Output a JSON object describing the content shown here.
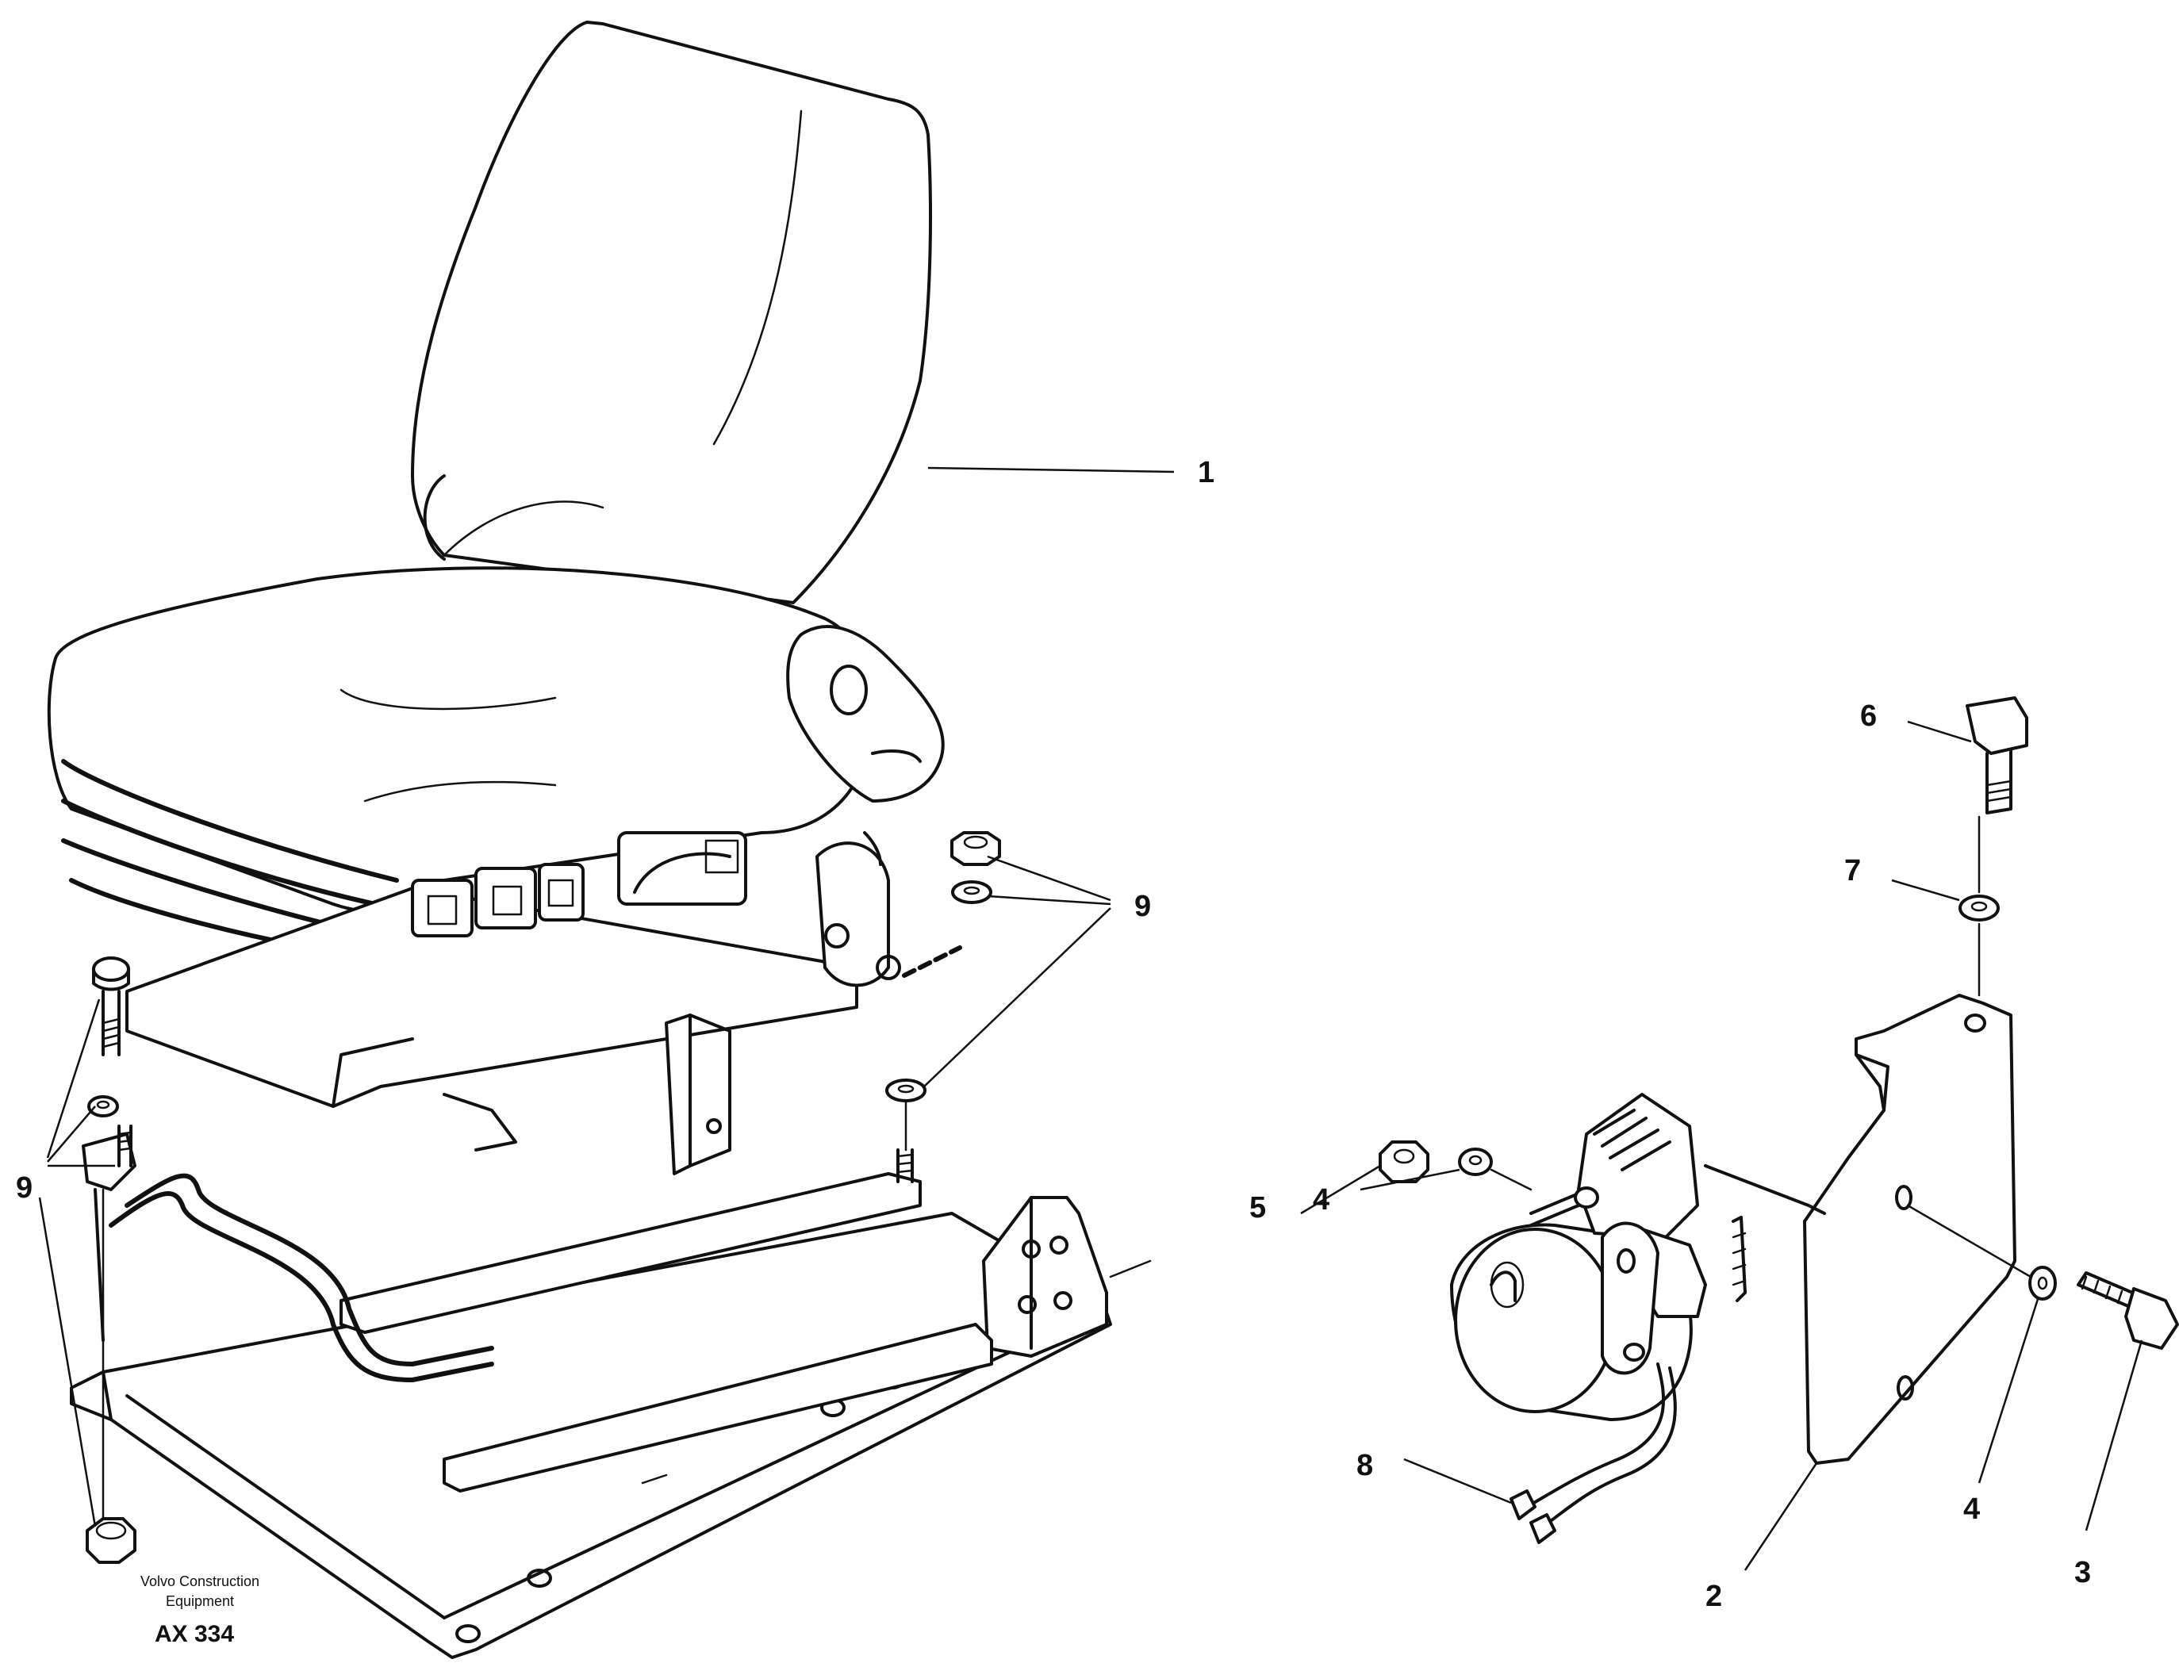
{
  "callouts": {
    "c1": "1",
    "c2": "2",
    "c3": "3",
    "c4a": "4",
    "c4b": "4",
    "c5": "5",
    "c6": "6",
    "c7": "7",
    "c8": "8",
    "c9a": "9",
    "c9b": "9"
  },
  "footer": {
    "brand_line1": "Volvo Construction",
    "brand_line2": "Equipment",
    "code": "AX 334"
  }
}
